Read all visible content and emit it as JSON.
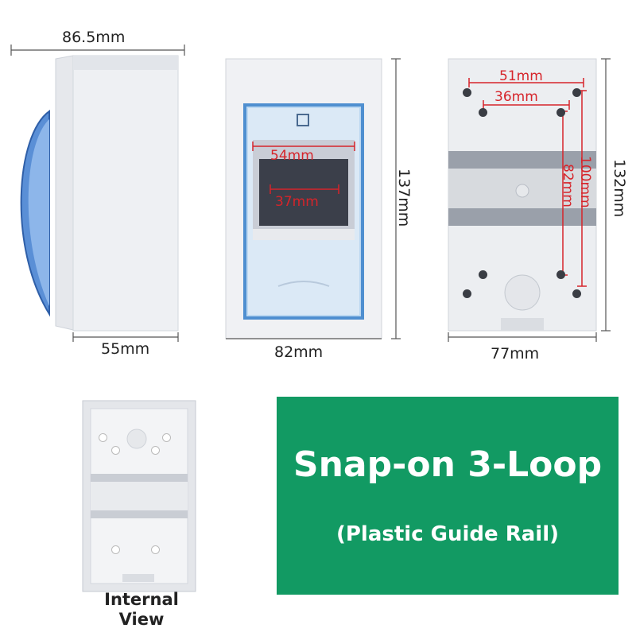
{
  "side_view": {
    "depth_label": "86.5mm",
    "base_label": "55mm"
  },
  "front_view": {
    "height_label": "137mm",
    "width_label": "82mm",
    "opening_outer_label": "54mm",
    "opening_inner_label": "37mm"
  },
  "back_view": {
    "height_label": "132mm",
    "width_label": "77mm",
    "hole_outer_label": "51mm",
    "hole_inner_label": "36mm",
    "vertical_outer_label": "100mm",
    "vertical_inner_label": "82mm"
  },
  "banner": {
    "title": "Snap-on 3-Loop",
    "subtitle": "(Plastic Guide Rail)",
    "color": "#129a63"
  },
  "internal_view": {
    "caption": "Internal View"
  }
}
